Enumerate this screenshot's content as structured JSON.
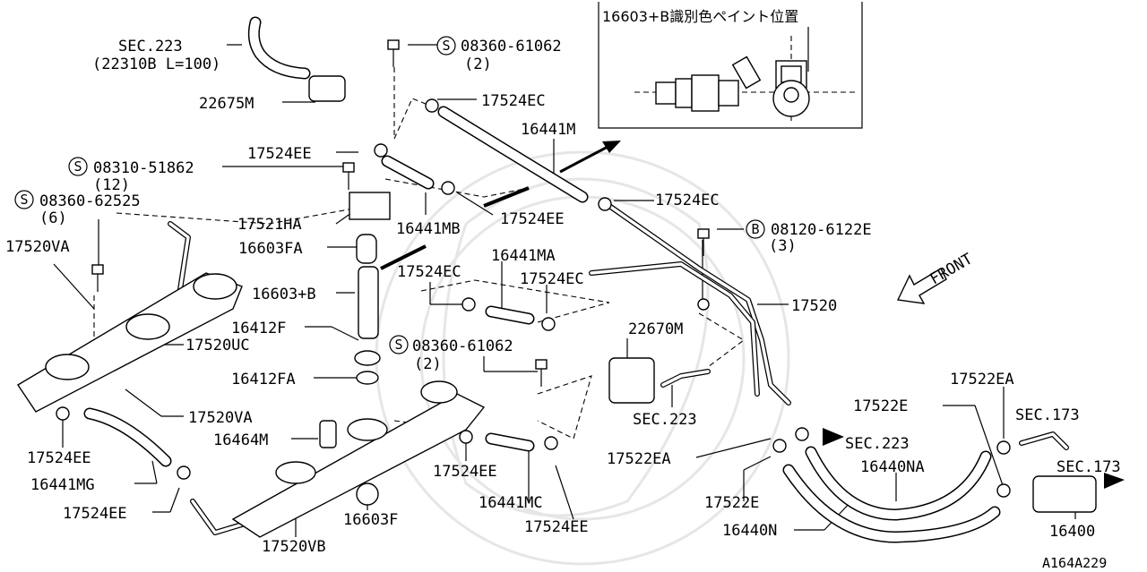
{
  "inset": {
    "title": "16603+B識別色ペイント位置"
  },
  "labels": {
    "sec223_top": "SEC.223",
    "sec223_top_sub": "(22310B L=100)",
    "l_22675M": "22675M",
    "bolt1_code": "08360-61062",
    "bolt1_qty": "(2)",
    "l_17524EC_a": "17524EC",
    "l_16441M": "16441M",
    "l_17524EE_a": "17524EE",
    "bolt2_code": "08310-51862",
    "bolt2_qty": "(12)",
    "bolt3_code": "08360-62525",
    "bolt3_qty": "(6)",
    "l_17521HA": "17521HA",
    "l_16441MB": "16441MB",
    "l_17524EE_b": "17524EE",
    "l_17524EC_b": "17524EC",
    "bolt4_code": "08120-6122E",
    "bolt4_qty": "(3)",
    "l_17520VA_a": "17520VA",
    "l_16603FA": "16603FA",
    "l_16441MA": "16441MA",
    "l_17524EC_c": "17524EC",
    "l_17524EC_d": "17524EC",
    "l_16603B": "16603+B",
    "l_17520": "17520",
    "front": "FRONT",
    "l_16412F": "16412F",
    "l_17520UC": "17520UC",
    "bolt5_code": "08360-61062",
    "bolt5_qty": "(2)",
    "l_22670M": "22670M",
    "l_16412FA": "16412FA",
    "l_sec223_mid": "SEC.223",
    "l_17522EA_a": "17522EA",
    "l_17520VA_b": "17520VA",
    "l_17522E_a": "17522E",
    "l_sec173_a": "SEC.173",
    "l_16464M": "16464M",
    "l_sec223_b": "SEC.223",
    "l_17524EE_c": "17524EE",
    "l_17522EA_b": "17522EA",
    "l_16440NA": "16440NA",
    "l_sec173_b": "SEC.173",
    "l_17524EE_d": "17524EE",
    "l_16441MG": "16441MG",
    "l_16441MC": "16441MC",
    "l_17522E_b": "17522E",
    "l_17524EE_e": "17524EE",
    "l_16603F": "16603F",
    "l_17524EE_f": "17524EE",
    "l_16440N": "16440N",
    "l_16400": "16400",
    "l_17520VB": "17520VB",
    "diagram_code": "A164A229"
  },
  "symbols": {
    "screw": "S",
    "bolt": "B"
  }
}
